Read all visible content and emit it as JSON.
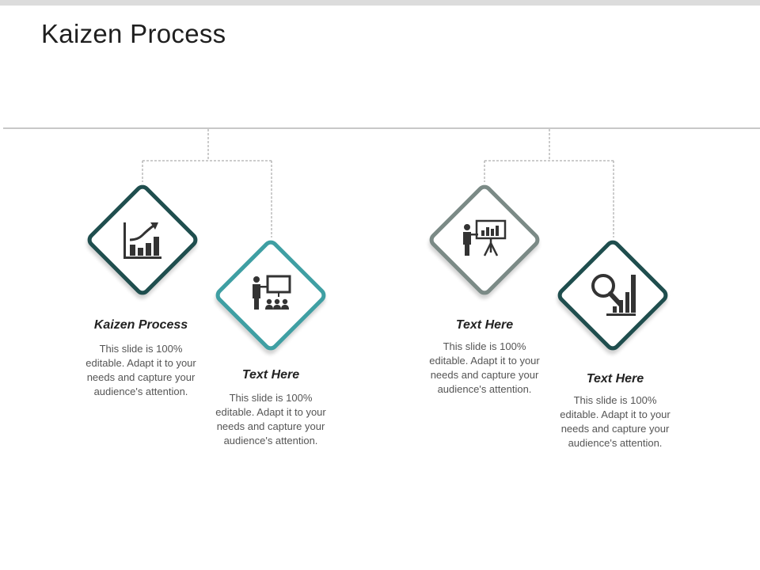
{
  "title": "Kaizen Process",
  "colors": {
    "dark_teal": "#1f4e4e",
    "teal": "#3f9fa3",
    "gray": "#7b8a86",
    "text_gray": "#555555",
    "connector": "#999999"
  },
  "items": [
    {
      "title": "Kaizen Process",
      "desc": "This slide is 100% editable. Adapt it to your needs and capture your audience's attention.",
      "icon": "growth-chart-icon"
    },
    {
      "title": "Text Here",
      "desc": "This slide is 100% editable. Adapt it to your needs and capture your audience's attention.",
      "icon": "presentation-audience-icon"
    },
    {
      "title": "Text Here",
      "desc": "This slide is 100% editable. Adapt it to your needs and capture your audience's attention.",
      "icon": "presenter-chart-icon"
    },
    {
      "title": "Text Here",
      "desc": "This slide is 100% editable. Adapt it to your needs and capture your audience's attention.",
      "icon": "magnifier-chart-icon"
    }
  ]
}
